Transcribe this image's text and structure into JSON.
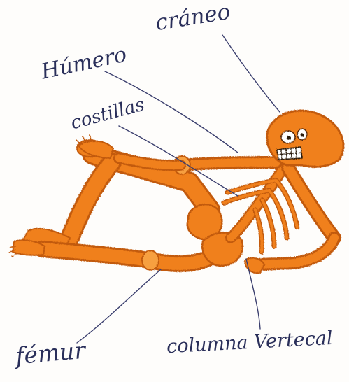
{
  "labels": {
    "craneo": "cráneo",
    "humero": "Húmero",
    "costillas": "costillas",
    "femur": "fémur",
    "columna": "columna Vertecal"
  },
  "colors": {
    "bone": "#f0801a",
    "bone_dark": "#c25a0e",
    "bone_light": "#f7a040",
    "ink": "#2a2f5a",
    "leader": "#3b3f6e"
  }
}
